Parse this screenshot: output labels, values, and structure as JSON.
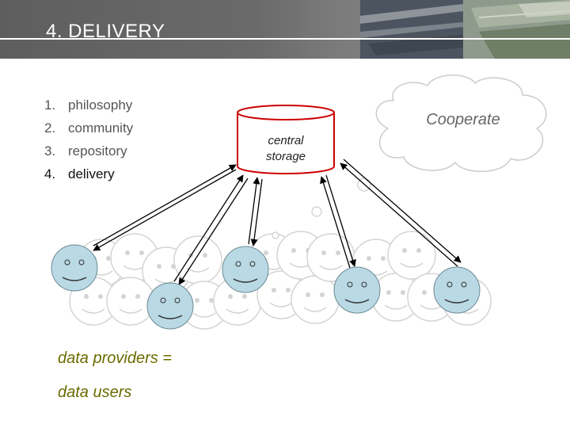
{
  "slide": {
    "title": "4. DELIVERY"
  },
  "agenda": [
    {
      "number": "1.",
      "label": "philosophy",
      "current": false
    },
    {
      "number": "2.",
      "label": "community",
      "current": false
    },
    {
      "number": "3.",
      "label": "repository",
      "current": false
    },
    {
      "number": "4.",
      "label": "delivery",
      "current": true
    }
  ],
  "diagram": {
    "storage_label_line1": "central",
    "storage_label_line2": "storage",
    "cloud_label": "Cooperate",
    "caption_line1": "data providers =",
    "caption_line2": "data users",
    "storage_color": "#cc0000",
    "face_fill": "#b9d9e4",
    "background_face_fill": "#ffffff",
    "background_face_stroke": "#d4d4d4"
  }
}
